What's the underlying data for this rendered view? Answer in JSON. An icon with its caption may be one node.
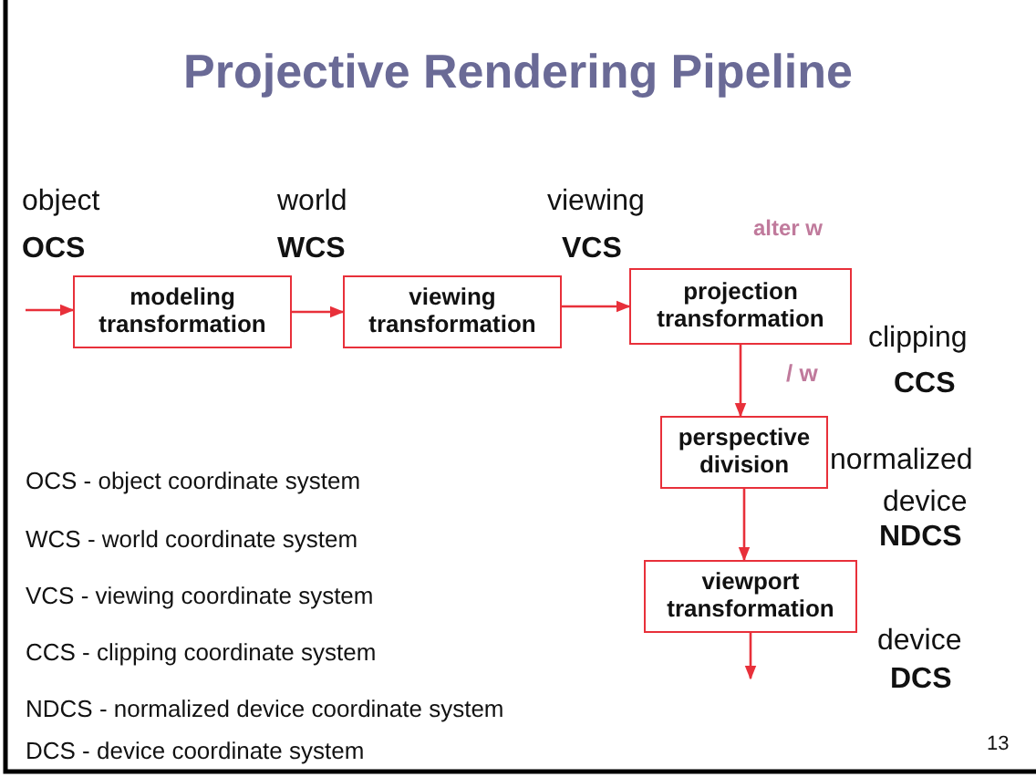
{
  "diagram": {
    "title": "Projective Rendering Pipeline",
    "nodes": [
      {
        "text": [
          "modeling transformation"
        ]
      },
      {
        "text": [
          "viewing transformation"
        ]
      },
      {
        "text": [
          "projection transformation"
        ]
      },
      {
        "text": [
          "perspective division"
        ]
      },
      {
        "text": [
          "viewport transformation"
        ]
      }
    ],
    "edges": [
      {
        "from": null,
        "to": 0,
        "arrow": "to"
      },
      {
        "from": 0,
        "to": 1,
        "arrow": "to"
      },
      {
        "from": 1,
        "to": 2,
        "arrow": "to"
      },
      {
        "from": 2,
        "to": 3,
        "arrow": "to",
        "label": "/ w"
      },
      {
        "from": 3,
        "to": 4,
        "arrow": "to"
      },
      {
        "from": 4,
        "to": null,
        "arrow": "to"
      }
    ],
    "labels": [
      "object",
      "OCS",
      "world",
      "WCS",
      "viewing",
      "VCS",
      "alter w",
      "clipping",
      "CCS",
      "normalized",
      "device",
      "NDCS",
      "device",
      "DCS",
      "OCS - object coordinate system",
      "WCS - world coordinate system",
      "VCS - viewing coordinate system",
      "CCS - clipping coordinate system",
      "NDCS - normalized device coordinate system",
      "DCS - device coordinate system",
      "13"
    ]
  }
}
